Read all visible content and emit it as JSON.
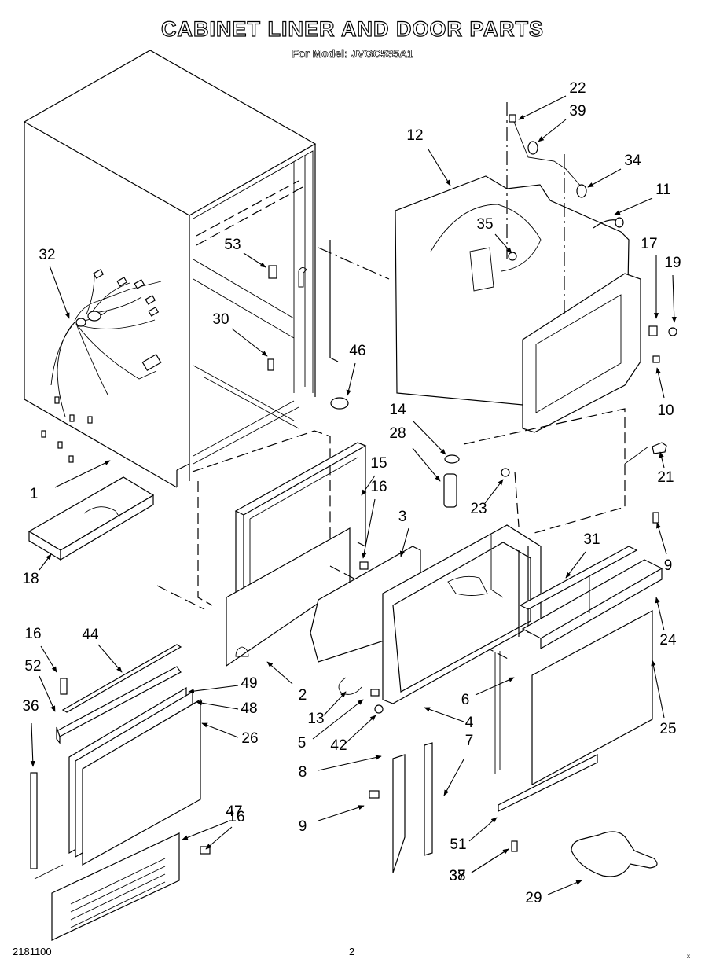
{
  "header": {
    "title": "CABINET LINER AND DOOR PARTS",
    "subtitle": "For Model: JVGC535A1"
  },
  "footer": {
    "document_number": "2181100",
    "page_number": "2",
    "corner_mark": "x"
  },
  "callouts": [
    {
      "id": "1",
      "part": "cabinet"
    },
    {
      "id": "2",
      "part": "door-frame-left-panel"
    },
    {
      "id": "3",
      "part": "door-bracket"
    },
    {
      "id": "4",
      "part": "door-inner-frame"
    },
    {
      "id": "5",
      "part": "hinge-pin"
    },
    {
      "id": "6",
      "part": "door-side-trim"
    },
    {
      "id": "7",
      "part": "hinge-channel"
    },
    {
      "id": "8",
      "part": "hinge-arm"
    },
    {
      "id": "9",
      "part": "screw"
    },
    {
      "id": "10",
      "part": "clip"
    },
    {
      "id": "11",
      "part": "drain-tube"
    },
    {
      "id": "12",
      "part": "liner"
    },
    {
      "id": "13",
      "part": "wire-harness-loop"
    },
    {
      "id": "14",
      "part": "clamp"
    },
    {
      "id": "15",
      "part": "door-gasket"
    },
    {
      "id": "16",
      "part": "screw"
    },
    {
      "id": "17",
      "part": "clip-nut"
    },
    {
      "id": "18",
      "part": "insulation-block"
    },
    {
      "id": "19",
      "part": "nut"
    },
    {
      "id": "21",
      "part": "plug"
    },
    {
      "id": "22",
      "part": "bracket"
    },
    {
      "id": "23",
      "part": "push-pin"
    },
    {
      "id": "24",
      "part": "door-top-trim"
    },
    {
      "id": "25",
      "part": "door-panel"
    },
    {
      "id": "26",
      "part": "panel"
    },
    {
      "id": "28",
      "part": "drain-tube-short"
    },
    {
      "id": "29",
      "part": "door-handle"
    },
    {
      "id": "30",
      "part": "screw"
    },
    {
      "id": "31",
      "part": "trim-strip"
    },
    {
      "id": "32",
      "part": "wire-harness"
    },
    {
      "id": "34",
      "part": "grommet"
    },
    {
      "id": "35",
      "part": "grommet"
    },
    {
      "id": "36",
      "part": "side-trim"
    },
    {
      "id": "37",
      "part": "channel"
    },
    {
      "id": "38",
      "part": "screw"
    },
    {
      "id": "39",
      "part": "grommet"
    },
    {
      "id": "42",
      "part": "washer"
    },
    {
      "id": "44",
      "part": "top-trim"
    },
    {
      "id": "46",
      "part": "plug-button"
    },
    {
      "id": "47",
      "part": "kick-plate"
    },
    {
      "id": "48",
      "part": "spacer"
    },
    {
      "id": "49",
      "part": "gasket"
    },
    {
      "id": "51",
      "part": "bottom-trim"
    },
    {
      "id": "52",
      "part": "bracket"
    },
    {
      "id": "53",
      "part": "wire-clip"
    }
  ]
}
